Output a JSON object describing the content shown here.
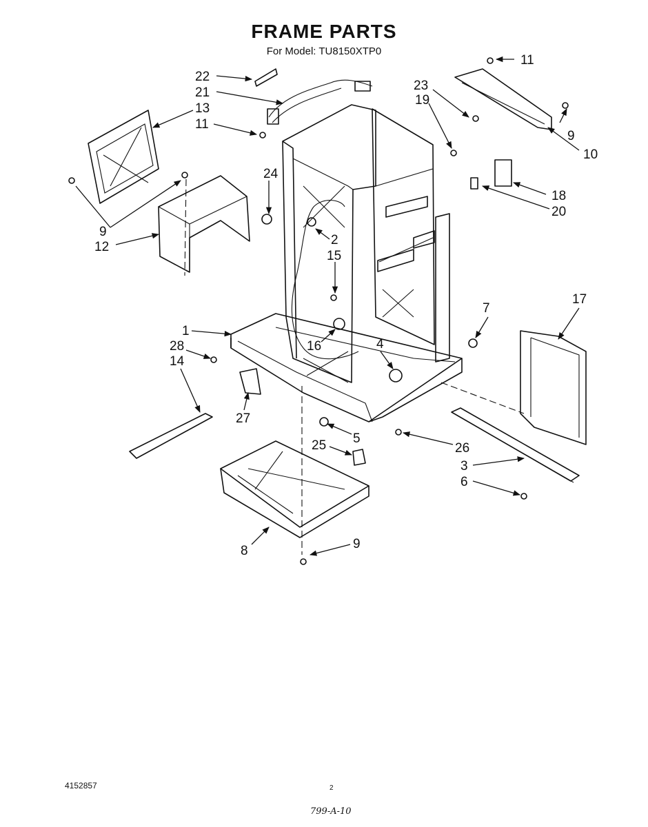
{
  "header": {
    "title": "FRAME PARTS",
    "subtitle": "For Model: TU8150XTP0"
  },
  "footer": {
    "document_number": "4152857",
    "page_mark": "2",
    "handwritten_code": "799-A-10"
  },
  "callouts": [
    "1",
    "2",
    "3",
    "4",
    "5",
    "6",
    "7",
    "8",
    "9",
    "10",
    "11",
    "12",
    "13",
    "14",
    "15",
    "16",
    "17",
    "18",
    "19",
    "20",
    "21",
    "22",
    "23",
    "24",
    "25",
    "26",
    "27",
    "28"
  ]
}
